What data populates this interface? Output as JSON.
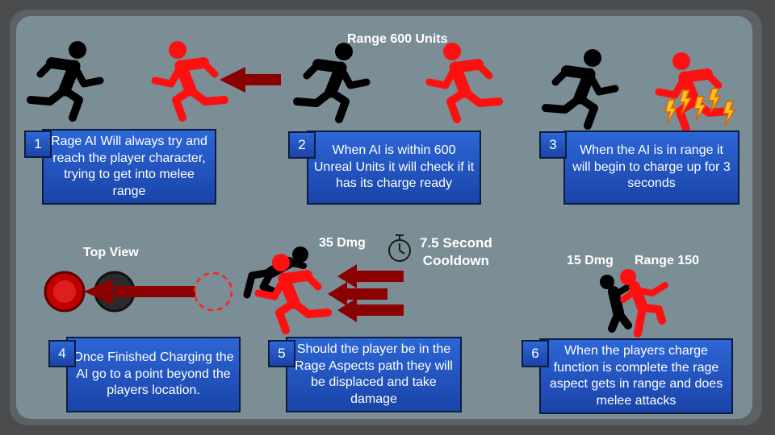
{
  "labels": {
    "range_600": "Range 600 Units",
    "top_view": "Top View",
    "dmg_35": "35 Dmg",
    "cooldown": "7.5 Second Cooldown",
    "cooldown_line1": "7.5 Second",
    "cooldown_line2": "Cooldown",
    "dmg_15": "15 Dmg",
    "range_150": "Range 150"
  },
  "steps": [
    {
      "number": "1",
      "text": "Rage AI Will always try and reach the player character, trying to get into melee range"
    },
    {
      "number": "2",
      "text": "When AI is within 600 Unreal Units it will check if it has its charge ready"
    },
    {
      "number": "3",
      "text": "When the AI is in range it will begin to charge up for 3 seconds"
    },
    {
      "number": "4",
      "text": "Once Finished Charging the AI go to a point beyond the players location."
    },
    {
      "number": "5",
      "text": "Should the player be in the Rage Aspects path they will be displaced and take damage"
    },
    {
      "number": "6",
      "text": "When the players charge function is complete the rage aspect gets in range and does melee attacks"
    }
  ],
  "colors": {
    "player": "#000000",
    "ai": "#ff1010",
    "arrow": "#8b0000",
    "box": "#2356c4"
  },
  "icons": [
    "running-player-icon",
    "running-ai-icon",
    "charge-arrow-icon",
    "lightning-icon",
    "stopwatch-icon",
    "fallen-player-icon",
    "melee-fight-icon"
  ]
}
